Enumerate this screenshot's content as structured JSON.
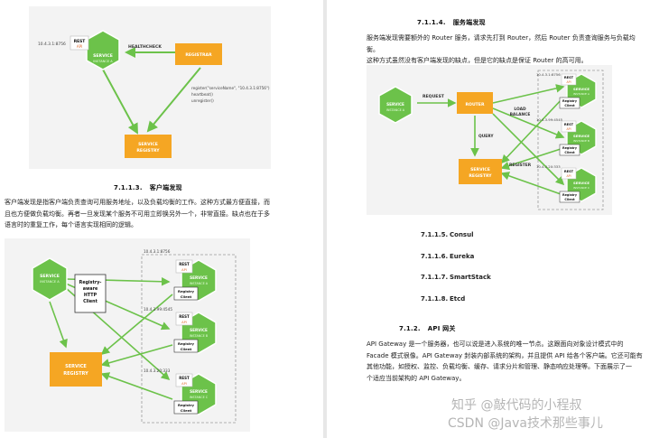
{
  "left_page": {
    "figure1": {
      "service_a": {
        "title": "SERVICE",
        "sub": "INSTANCE A"
      },
      "rest": "REST",
      "api": "API",
      "ip": "10.4.3.1:8756",
      "healthcheck": "HEALTHCHECK",
      "registrar": "REGISTRAR",
      "register_call": [
        "register(\"serviceName\", \"10.4.3.1:8756\")",
        "heartbeat()",
        "unregister()"
      ],
      "registry": [
        "SERVICE",
        "REGISTRY"
      ]
    },
    "section_heading": {
      "number": "7.1.1.3.",
      "title": "客户端发现"
    },
    "paragraph_lines": [
      "客户端发现是指客户端负责查询可用服务地址，以及负载均衡的工作。这种方式最方便直接，而",
      "且也方便做负载均衡。再者一旦发现某个服务不可用立即换另外一个，非常直接。缺点也在于多",
      "语言时的重复工作，每个语言实现相同的逻辑。"
    ],
    "figure2": {
      "service_a": {
        "title": "SERVICE",
        "sub": "INSTANCE A"
      },
      "client_box": [
        "Registry-",
        "aware",
        "HTTP",
        "Client"
      ],
      "registry": [
        "SERVICE",
        "REGISTRY"
      ],
      "instances": [
        {
          "ip": "10.4.3.1:8756",
          "title": "SERVICE",
          "sub": "INSTANCE A"
        },
        {
          "ip": "10.4.3.99:4545",
          "title": "SERVICE",
          "sub": "INSTANCE B"
        },
        {
          "ip": "10.4.3.20:333",
          "title": "SERVICE",
          "sub": "INSTANCE C"
        }
      ],
      "rest": "REST",
      "api": "API",
      "registry_client": [
        "Registry",
        "Client"
      ]
    }
  },
  "right_page": {
    "section_heading": {
      "number": "7.1.1.4.",
      "title": "服务端发现"
    },
    "paragraph_lines": [
      "服务端发现需要额外的 Router 服务，请求先打到 Router，然后 Router 负责查询服务与负载均衡。",
      "这种方式虽然没有客户端发现的缺点，但是它的缺点是保证 Router 的高可用。"
    ],
    "figure3": {
      "service": {
        "title": "SERVICE",
        "sub": "INSTANCE A"
      },
      "request": "REQUEST",
      "router": "ROUTER",
      "load_balance": [
        "LOAD",
        "BALANCE"
      ],
      "query": "QUERY",
      "register": "REGISTER",
      "registry": [
        "SERVICE",
        "REGISTRY"
      ],
      "instances": [
        {
          "ip": "10.4.3.1:8756",
          "title": "SERVICE",
          "sub": "INSTANCE A"
        },
        {
          "ip": "10.4.3.99:4545",
          "title": "SERVICE",
          "sub": "INSTANCE B"
        },
        {
          "ip": "10.4.3.20:333",
          "title": "SERVICE",
          "sub": "INSTANCE C"
        }
      ],
      "rest": "REST",
      "api": "API",
      "registry_client": [
        "Registry",
        "Client"
      ]
    },
    "toc": [
      {
        "number": "7.1.1.5.",
        "title": "Consul"
      },
      {
        "number": "7.1.1.6.",
        "title": "Eureka"
      },
      {
        "number": "7.1.1.7.",
        "title": "SmartStack"
      },
      {
        "number": "7.1.1.8.",
        "title": "Etcd"
      }
    ],
    "api_heading": {
      "number": "7.1.2.",
      "title": "API 网关"
    },
    "api_paragraph_lines": [
      "API Gateway 是一个服务器，也可以说是进入系统的唯一节点。这跟面向对象设计模式中的",
      "Facade 模式很像。API Gateway 封装内部系统的架构，并且提供 API 给各个客户端。它还可能有",
      "其他功能，如授权、监控、负载均衡、缓存、请求分片和管理、静态响应处理等。下面展示了一",
      "个适应当前架构的 API Gateway。"
    ]
  },
  "watermark": {
    "zhihu": "知乎 @敲代码的小程叔",
    "csdn": "CSDN @Java技术那些事儿"
  },
  "colors": {
    "green": "#6cc24a",
    "orange": "#f5a623",
    "arrow": "#6cc24a",
    "figure_bg": "#f3f3f3"
  }
}
